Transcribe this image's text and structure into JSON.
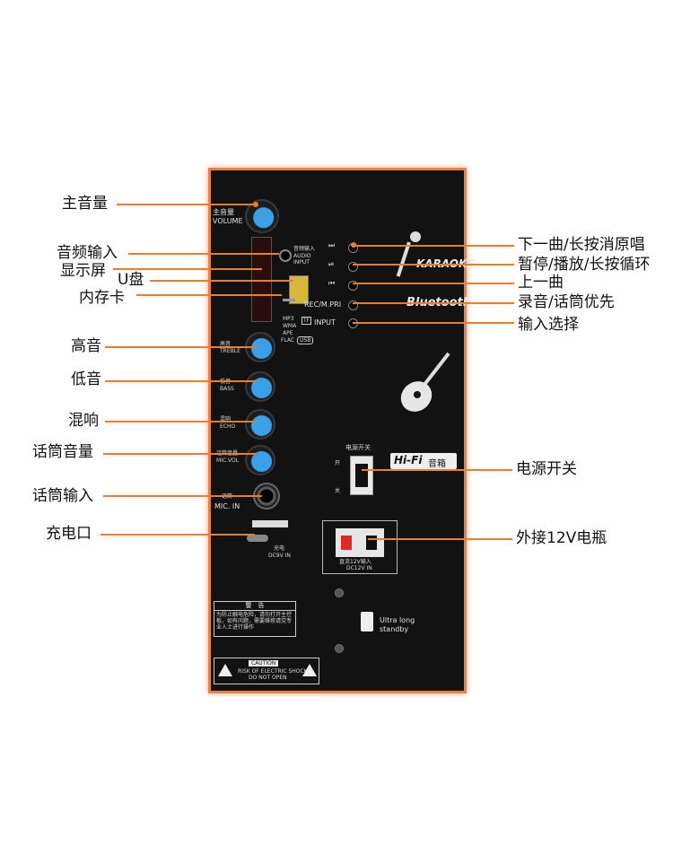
{
  "callouts_left": {
    "main_volume": "主音量",
    "audio_input": "音频输入",
    "display": "显示屏",
    "usb_disk": "U盘",
    "memory_card": "内存卡",
    "treble": "高音",
    "bass": "低音",
    "echo": "混响",
    "mic_volume": "话筒音量",
    "mic_input": "话筒输入",
    "charge_port": "充电口"
  },
  "callouts_right": {
    "next": "下一曲/长按消原唱",
    "pause": "暂停/播放/长按循环",
    "prev": "上一曲",
    "record": "录音/话筒优先",
    "input_select": "输入选择",
    "power_switch": "电源开关",
    "external_battery": "外接12V电瓶"
  },
  "panel": {
    "volume_cn": "主音量",
    "volume_en": "VOLUME",
    "audio_in_cn": "音频输入",
    "audio_in_en1": "AUDIO",
    "audio_in_en2": "INPUT",
    "formats": [
      "MP3",
      "WMA",
      "APE",
      "FLAC"
    ],
    "tf": "TF",
    "usb": "USB",
    "treble_cn": "高音",
    "treble_en": "TREBLE",
    "bass_cn": "低音",
    "bass_en": "BASS",
    "echo_cn": "混响",
    "echo_en": "ECHO",
    "micvol_cn": "话筒音量",
    "micvol_en": "MIC.VOL",
    "micin_cn": "话筒",
    "micin_en": "MIC. IN",
    "rec_label": "REC/M.PRI",
    "input_label": "INPUT",
    "karaoke": "KARAOKE",
    "bluetooth": "Bluetooth",
    "power_cn": "电源开关",
    "on": "开",
    "off": "关",
    "hifi": "Hi-Fi",
    "hifi_cn": "音箱",
    "charge_cn": "充电",
    "dc_label": "DC9V IN",
    "ext_cn": "直流12V输入",
    "ext_en": "DC12V IN",
    "warning_title": "警　告",
    "warning_text": "为防止触电危险，请勿打开主控板，如有问题，需要维修请交专业人士进行操作",
    "caution": "CAUTION",
    "caution_text1": "RISK OF ELECTRIC SHOCK",
    "caution_text2": "DO NOT OPEN",
    "ultra1": "Ultra long",
    "ultra2": "standby"
  },
  "accent_color": "#ee7d2a",
  "knob_color": "#3aa0e8"
}
